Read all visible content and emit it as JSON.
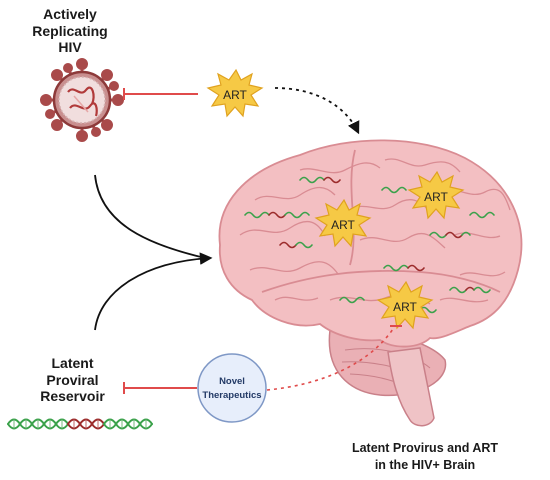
{
  "labels": {
    "hiv_line1": "Actively",
    "hiv_line2": "Replicating",
    "hiv_line3": "HIV",
    "reservoir_line1": "Latent",
    "reservoir_line2": "Proviral",
    "reservoir_line3": "Reservoir",
    "brain_line1": "Latent Provirus and ART",
    "brain_line2": "in the HIV+ Brain"
  },
  "art_badges": [
    "ART",
    "ART",
    "ART",
    "ART"
  ],
  "therapeutics": {
    "line1": "Novel",
    "line2": "Therapeutics"
  },
  "colors": {
    "brain_fill": "#f3bfc2",
    "brain_stroke": "#d98c93",
    "virus": "#a94a4a",
    "art_star": "#f6c945",
    "inhibit_line": "#e04b4b",
    "dna_green": "#3aa14a",
    "dna_red": "#9b2b2b",
    "therapeutics_fill": "#e7eefb"
  }
}
